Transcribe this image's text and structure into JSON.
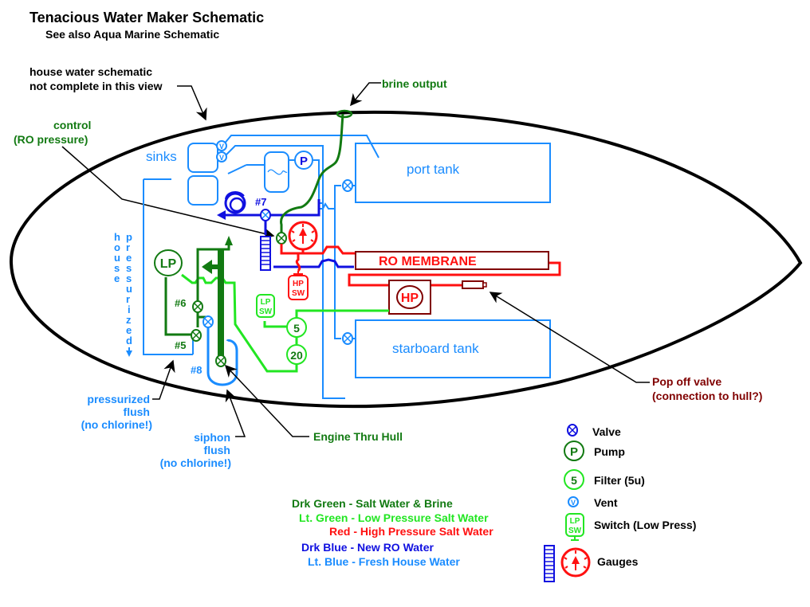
{
  "title": "Tenacious Water Maker Schematic",
  "subtitle": "See also Aqua Marine Schematic",
  "colors": {
    "dark_green": "#127a12",
    "light_green": "#22e622",
    "red": "#ff1010",
    "dark_blue": "#1010e0",
    "light_blue": "#1a8cff",
    "maroon": "#800000",
    "black": "#000000"
  },
  "annotations": {
    "house_water_line1": "house water schematic",
    "house_water_line2": "not complete in this view",
    "brine_output": "brine output",
    "control_line1": "control",
    "control_line2": "(RO pressure)",
    "pop_off_line1": "Pop off valve",
    "pop_off_line2": "(connection to hull?)",
    "engine_thru_hull": "Engine Thru Hull",
    "pressurized_flush_line1": "pressurized",
    "pressurized_flush_line2": "flush",
    "pressurized_flush_line3": "(no chlorine!)",
    "siphon_flush_line1": "siphon",
    "siphon_flush_line2": "flush",
    "siphon_flush_line3": "(no chlorine!)",
    "house": "house",
    "pressurized": "pressurized"
  },
  "components": {
    "sinks": "sinks",
    "port_tank": "port tank",
    "starboard_tank": "starboard tank",
    "ro_membrane": "RO MEMBRANE",
    "hp_pump": "HP",
    "lp_pump": "LP",
    "pump_p": "P",
    "hp_switch_l1": "HP",
    "hp_switch_l2": "SW",
    "lp_switch_l1": "LP",
    "lp_switch_l2": "SW",
    "filter_5": "5",
    "filter_20": "20",
    "vent": "V",
    "valve_5": "#5",
    "valve_6": "#6",
    "valve_7": "#7",
    "valve_8": "#8"
  },
  "color_legend": [
    {
      "color_name": "Drk Green",
      "meaning": "Salt Water & Brine",
      "text": "Drk Green - Salt Water & Brine"
    },
    {
      "color_name": "Lt. Green",
      "meaning": "Low Pressure Salt Water",
      "text": "Lt. Green - Low Pressure Salt Water"
    },
    {
      "color_name": "Red",
      "meaning": "High Pressure Salt Water",
      "text": "Red - High Pressure Salt Water"
    },
    {
      "color_name": "Drk Blue",
      "meaning": "New RO Water",
      "text": "Drk Blue - New RO Water"
    },
    {
      "color_name": "Lt. Blue",
      "meaning": "Fresh House Water",
      "text": "Lt. Blue - Fresh House Water"
    }
  ],
  "symbol_legend": [
    {
      "icon": "valve-icon",
      "label": "Valve"
    },
    {
      "icon": "pump-icon",
      "label": "Pump",
      "glyph": "P"
    },
    {
      "icon": "filter-icon",
      "label": "Filter (5u)",
      "glyph": "5"
    },
    {
      "icon": "vent-icon",
      "label": "Vent",
      "glyph": "V"
    },
    {
      "icon": "switch-icon",
      "label": "Switch (Low Press)",
      "glyph_l1": "LP",
      "glyph_l2": "SW"
    },
    {
      "icon": "gauges-icon",
      "label": "Gauges"
    }
  ]
}
